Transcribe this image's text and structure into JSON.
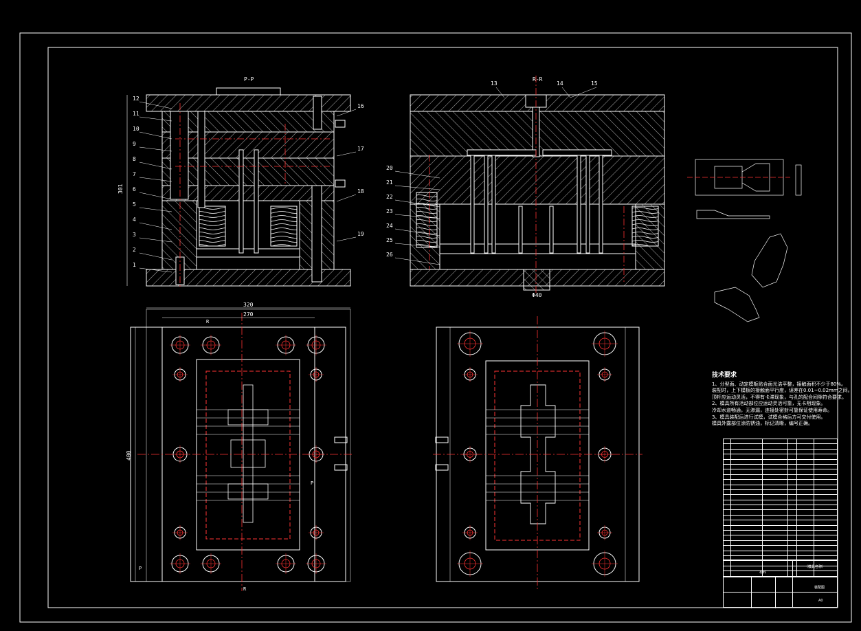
{
  "colors": {
    "background": "#000000",
    "line": "#ffffff",
    "center_line": "#ff3030",
    "hatch": "#ffffff",
    "text_green": "#55ff55"
  },
  "views": {
    "section_pp": {
      "label": "P-P",
      "height_dim": "301"
    },
    "section_rr": {
      "label": "R-R",
      "diameter_dim": "Φ40"
    },
    "plan_fixed": {
      "width_outer": "320",
      "width_inner": "270",
      "height": "400",
      "cut_p": "P",
      "cut_r": "R"
    }
  },
  "callouts_left": [
    "12",
    "11",
    "10",
    "9",
    "8",
    "7",
    "6",
    "5",
    "4",
    "3",
    "2",
    "1"
  ],
  "callouts_right_pp": [
    "16",
    "17",
    "18",
    "19"
  ],
  "callouts_top_rr": [
    "13",
    "14",
    "15"
  ],
  "callouts_left_rr": [
    "20",
    "21",
    "22",
    "23",
    "24",
    "25",
    "26"
  ],
  "tech_notes": {
    "title": "技术要求",
    "lines": [
      "1、分型面、动定模板贴合面光洁平整，接触面积不少于80%。",
      "装配时，上下模板的接触面平行度，误差在0.01~0.02mm之间。",
      "顶杆应运动灵活，不得有卡滞现象，与孔的配合间隙符合要求。",
      "2、模具所有活动部位应运动灵活可靠，无卡阻现象。",
      "冷却水道畅通，无渗漏，连接处密封可靠保证使用寿命。",
      "3、模具装配后进行试模，试模合格后方可交付使用。",
      "模具外露部位涂防锈油，标记清晰，编号正确。"
    ]
  },
  "title_block": {
    "name": "（模具名称）",
    "sheet": "A0",
    "material_label": "材料",
    "drawing_label": "装配图"
  }
}
